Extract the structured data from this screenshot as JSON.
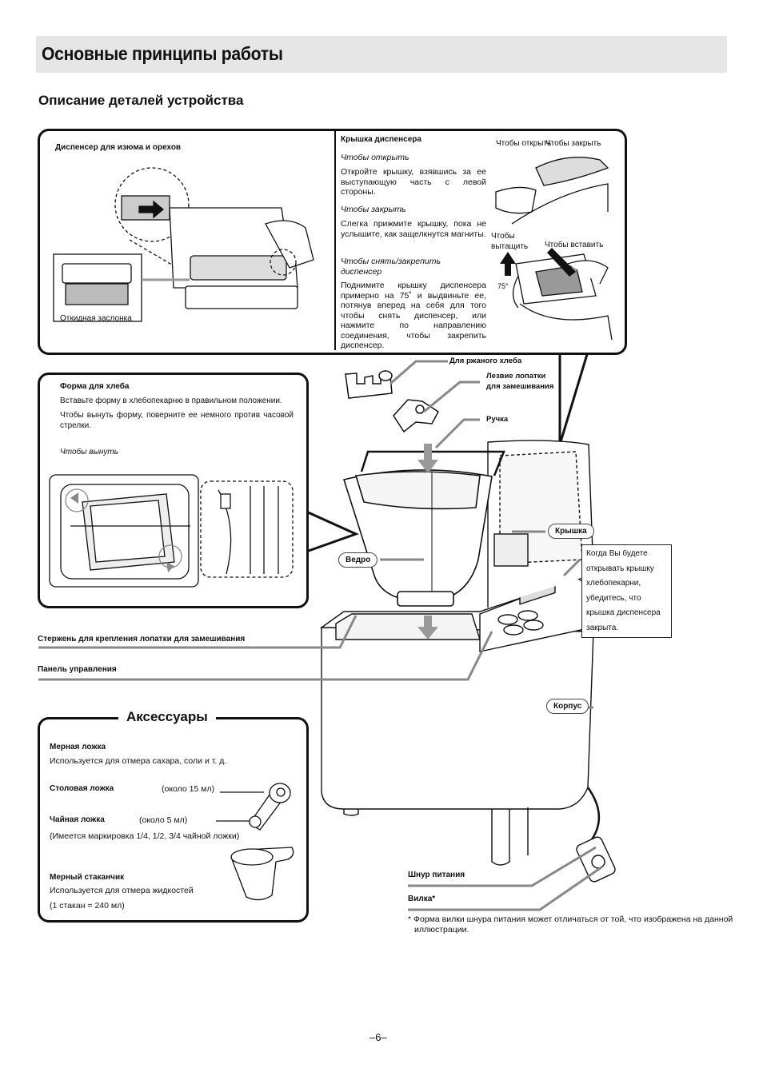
{
  "header": {
    "title": "Основные принципы работы",
    "subtitle": "Описание деталей устройства"
  },
  "dispenser": {
    "label": "Диспенсер для изюма и орехов",
    "flap": "Откидная заслонка",
    "lid_title": "Крышка диспенсера",
    "open_title": "Чтобы открыть",
    "open_text": "Откройте крышку, взявшись за ее выступающую часть с левой стороны.",
    "close_title": "Чтобы закрыть",
    "close_text": "Слегка прижмите крышку, пока не услышите, как защелкнутся магниты.",
    "remove_title": "Чтобы снять/закрепить диспенсер",
    "remove_text": "Поднимите крышку диспенсера примерно на 75˚ и выдвиньте ее, потянув вперед на себя для того чтобы снять диспенсер, или нажмите по направлению соединения, чтобы закрепить диспенсер.",
    "fig_open": "Чтобы открыть",
    "fig_close": "Чтобы закрыть",
    "fig_pull": "Чтобы вытащить",
    "fig_insert": "Чтобы вставить",
    "fig_angle": "75°"
  },
  "pan": {
    "title": "Форма для хлеба",
    "text1": "Вставьте форму в хлебопекарню в правильном положении.",
    "text2": "Чтобы вынуть форму, поверните ее немного против часовой стрелки.",
    "remove_title": "Чтобы вынуть"
  },
  "parts": {
    "rye": "Для ржаного хлеба",
    "blade": "Лезвие лопатки для замешивания",
    "handle": "Ручка",
    "lid": "Крышка",
    "bucket": "Ведро",
    "lid_note": "Когда Вы будете открывать крышку хлебопекарни, убедитесь, что крышка диспенсера закрыта.",
    "shaft": "Стержень для крепления лопатки для замешивания",
    "panel": "Панель управления",
    "body": "Корпус",
    "cord": "Шнур питания",
    "plug": "Вилка*",
    "footnote": "* Форма вилки шнура питания может отличаться от той, что изображена на данной иллюстрации."
  },
  "accessories": {
    "title": "Аксессуары",
    "spoon_title": "Мерная ложка",
    "spoon_text": "Используется для отмера сахара, соли и т. д.",
    "tbsp": "Столовая ложка",
    "tbsp_vol": "(около 15 мл)",
    "tsp": "Чайная ложка",
    "tsp_vol": "(около 5 мл)",
    "tsp_mark": "(Имеется маркировка 1/4, 1/2, 3/4 чайной ложки)",
    "cup_title": "Мерный стаканчик",
    "cup_text": "Используется для отмера жидкостей",
    "cup_vol": "(1 стакан = 240 мл)"
  },
  "page_number": "–6–"
}
